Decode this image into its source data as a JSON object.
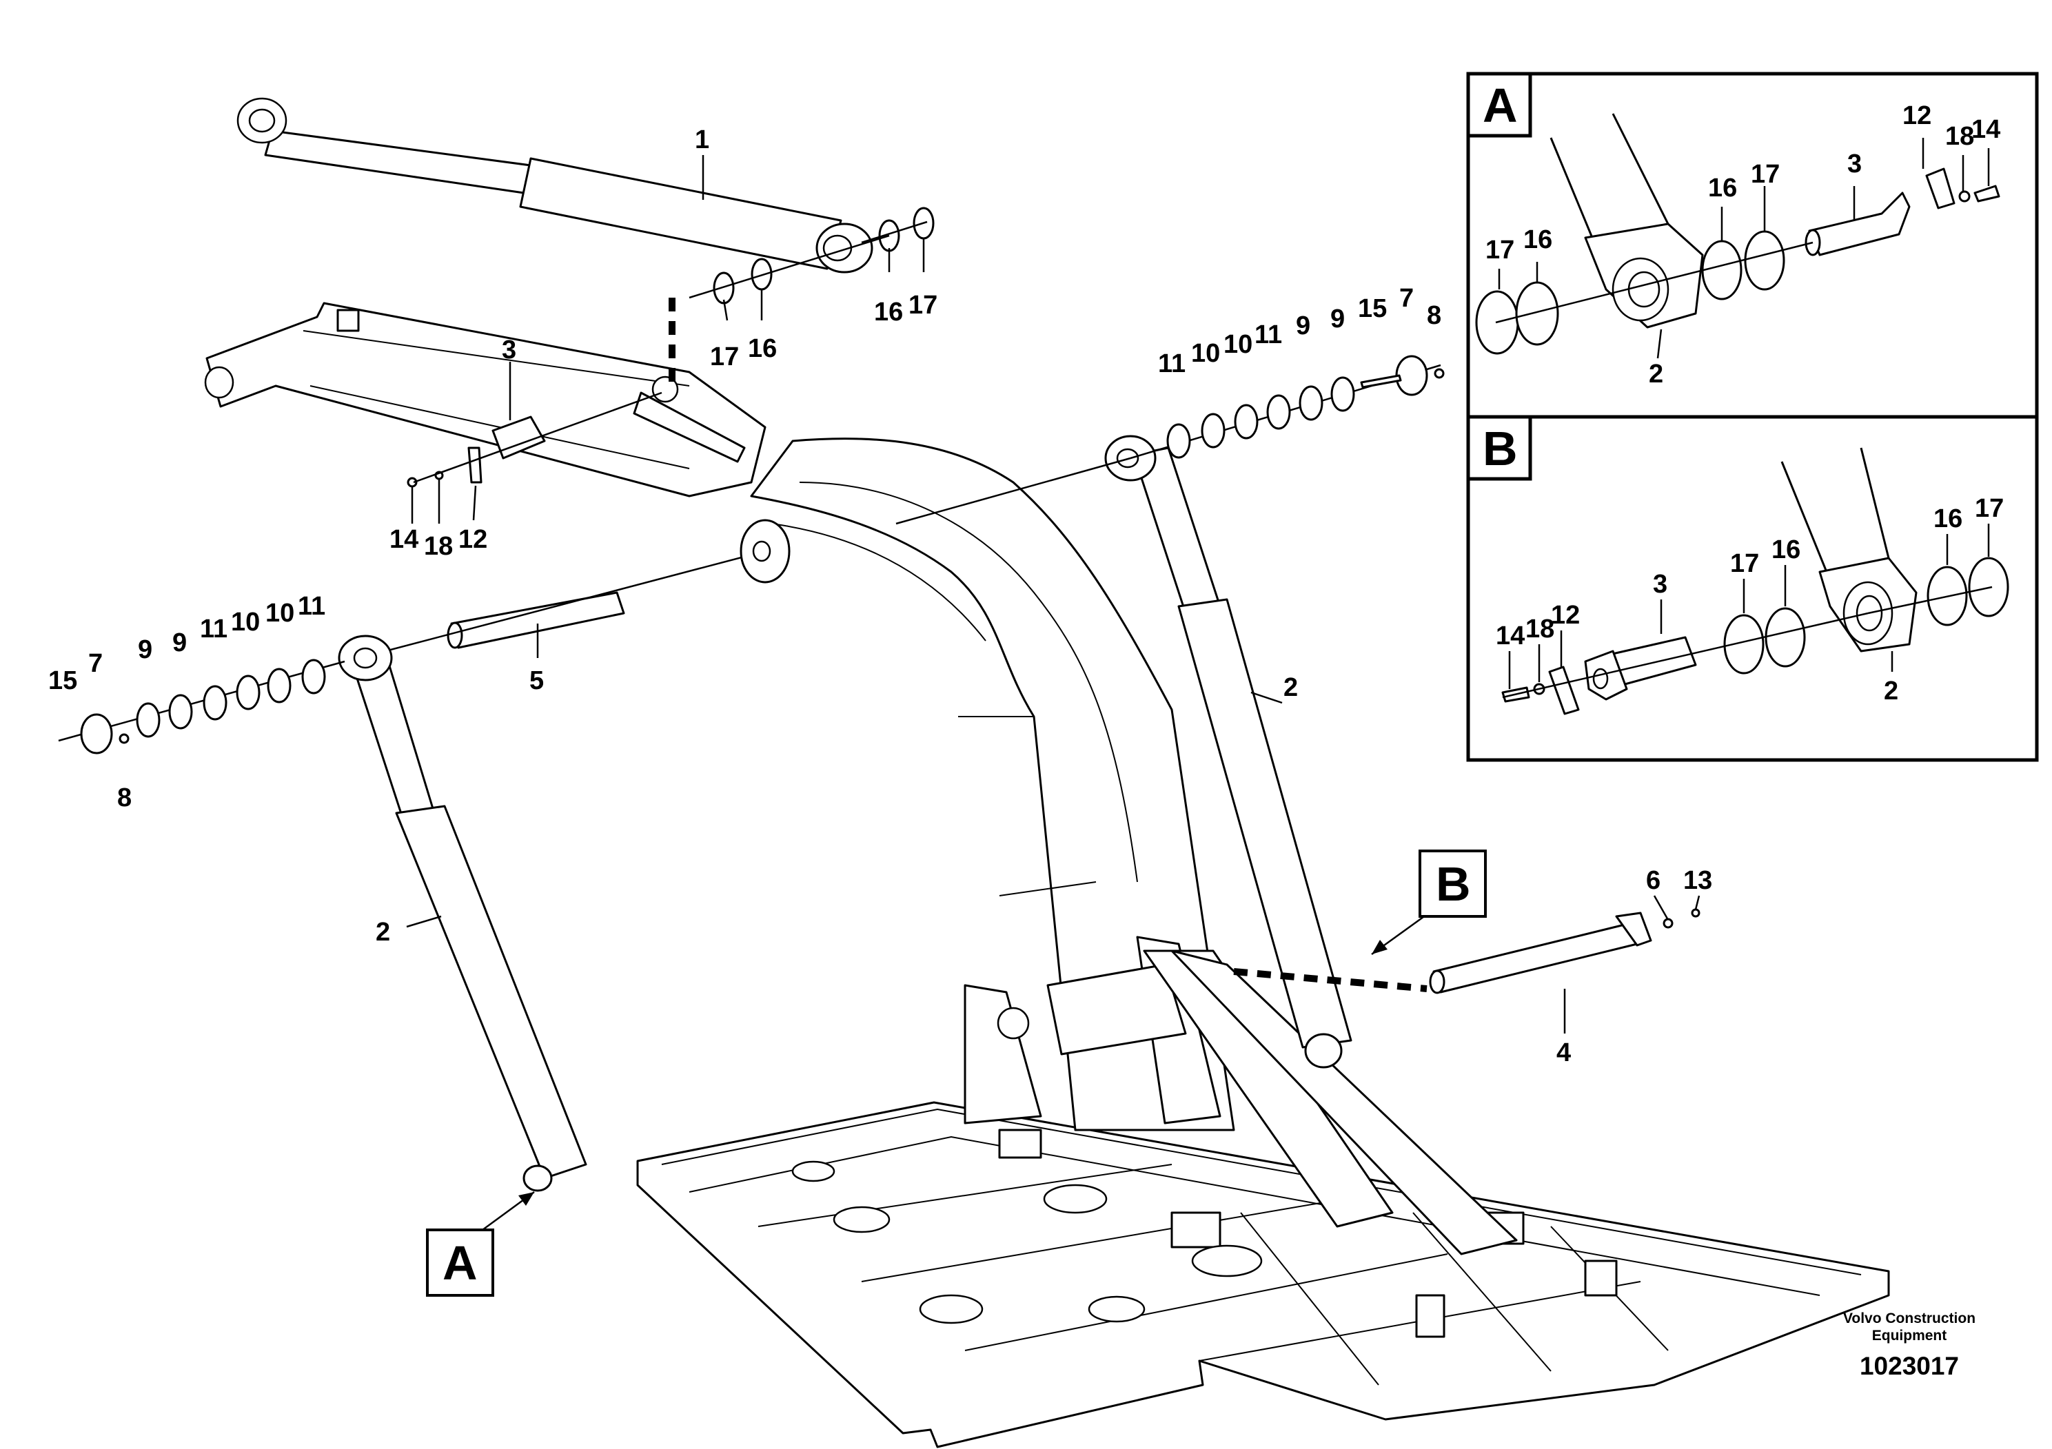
{
  "drawing": {
    "callouts": {
      "c1": "1",
      "c3_main": "3",
      "c5": "5",
      "c4": "4",
      "c2_left": "2",
      "c2_right": "2",
      "c6": "6",
      "c13": "13",
      "l_15": "15",
      "l_7": "7",
      "l_9a": "9",
      "l_9b": "9",
      "l_11a": "11",
      "l_10a": "10",
      "l_10b": "10",
      "l_11b": "11",
      "l_8": "8",
      "r_11a": "11",
      "r_10a": "10",
      "r_10b": "10",
      "r_11b": "11",
      "r_9a": "9",
      "r_9b": "9",
      "r_15": "15",
      "r_7": "7",
      "r_8": "8",
      "t_17a": "17",
      "t_16a": "16",
      "t_16b": "16",
      "t_17b": "17",
      "m_14": "14",
      "m_18": "18",
      "m_12": "12"
    },
    "view_tags": {
      "a_main": "A",
      "b_main": "B"
    },
    "detail_a": {
      "tag": "A",
      "labels": {
        "l17a": "17",
        "l16a": "16",
        "l16b": "16",
        "l17b": "17",
        "l3": "3",
        "l12": "12",
        "l18": "18",
        "l14": "14",
        "l2": "2"
      }
    },
    "detail_b": {
      "tag": "B",
      "labels": {
        "l14": "14",
        "l18": "18",
        "l12": "12",
        "l3": "3",
        "l17a": "17",
        "l16a": "16",
        "l16b": "16",
        "l17b": "17",
        "l2": "2"
      }
    },
    "footer": {
      "brand_line1": "Volvo Construction",
      "brand_line2": "Equipment",
      "figure_number": "1023017"
    }
  }
}
